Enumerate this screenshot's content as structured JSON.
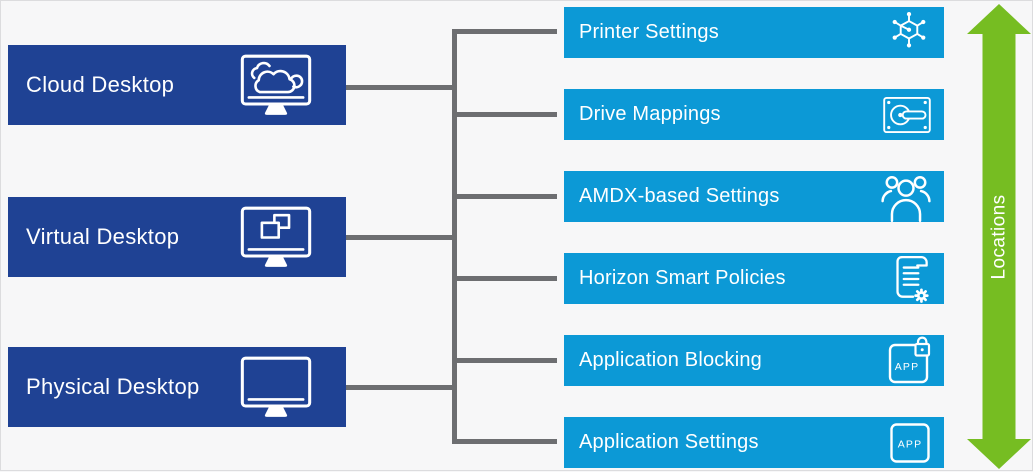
{
  "colors": {
    "dark_blue": "#1f4294",
    "light_blue": "#0c99d6",
    "green": "#76bd22",
    "connector_gray": "#6d6e71",
    "background": "#f7f7f8",
    "text": "#ffffff"
  },
  "desktops": [
    {
      "label": "Cloud Desktop",
      "icon": "cloud-desktop-monitor-icon"
    },
    {
      "label": "Virtual Desktop",
      "icon": "virtual-desktop-monitor-icon"
    },
    {
      "label": "Physical Desktop",
      "icon": "physical-desktop-monitor-icon"
    }
  ],
  "settings": [
    {
      "label": "Printer Settings",
      "icon": "printer-network-icon"
    },
    {
      "label": "Drive Mappings",
      "icon": "drive-mapping-icon"
    },
    {
      "label": "AMDX-based Settings",
      "icon": "users-group-icon"
    },
    {
      "label": "Horizon Smart Policies",
      "icon": "policy-scroll-gear-icon"
    },
    {
      "label": "Application Blocking",
      "icon": "app-blocking-lock-icon"
    },
    {
      "label": "Application Settings",
      "icon": "app-settings-icon"
    }
  ],
  "arrow": {
    "label": "Locations"
  },
  "icon_text": {
    "app": "APP"
  }
}
